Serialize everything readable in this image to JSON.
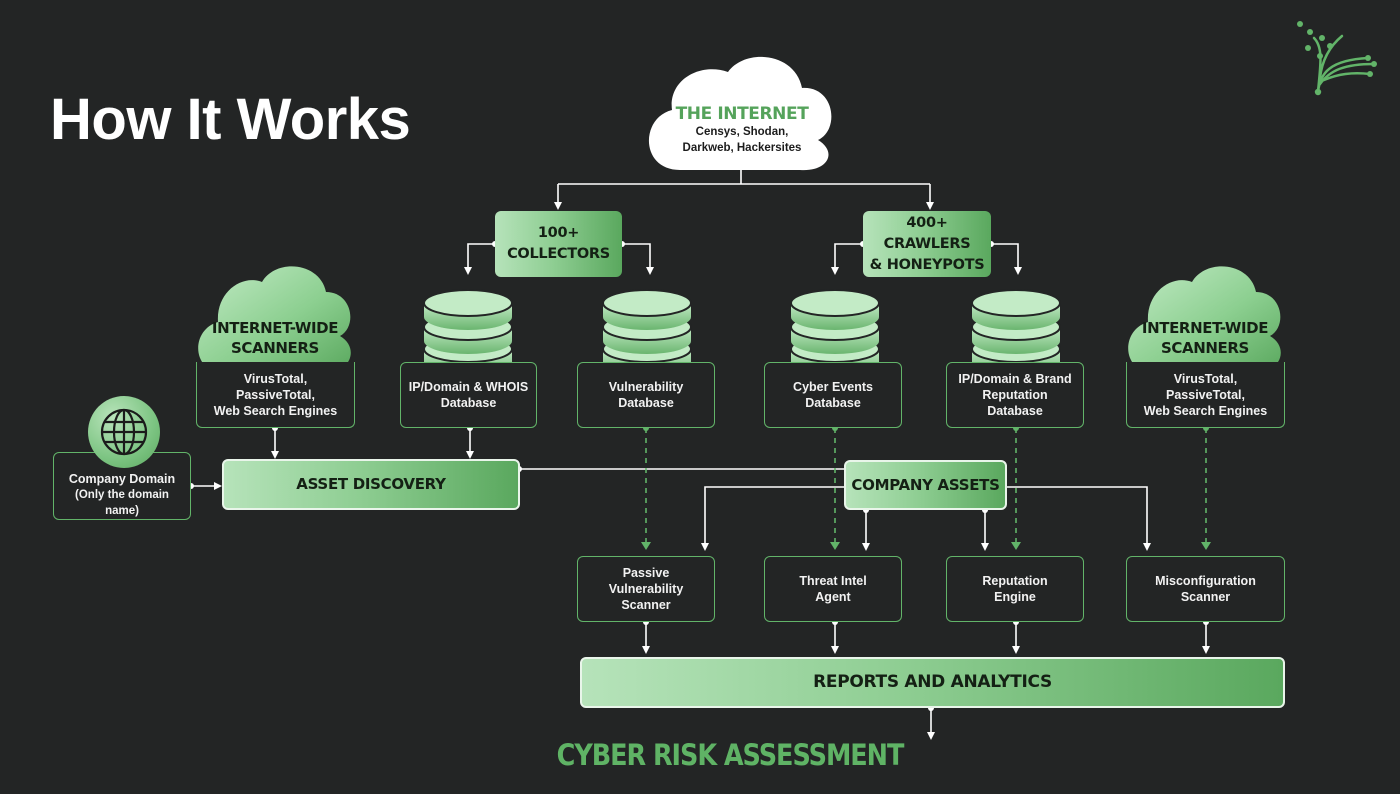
{
  "page": {
    "title": "How It Works"
  },
  "internet": {
    "title": "THE INTERNET",
    "subtitle_1": "Censys, Shodan,",
    "subtitle_2": "Darkweb, Hackersites"
  },
  "collectors": {
    "label_1": "100+",
    "label_2": "COLLECTORS"
  },
  "crawlers": {
    "label_1": "400+ CRAWLERS",
    "label_2": "& HONEYPOTS"
  },
  "scanners_left": {
    "title_1": "INTERNET-WIDE",
    "title_2": "SCANNERS",
    "desc_1": "VirusTotal, PassiveTotal,",
    "desc_2": "Web Search Engines"
  },
  "scanners_right": {
    "title_1": "INTERNET-WIDE",
    "title_2": "SCANNERS",
    "desc_1": "VirusTotal, PassiveTotal,",
    "desc_2": "Web Search Engines"
  },
  "databases": [
    {
      "line_1": "IP/Domain & WHOIS",
      "line_2": "Database"
    },
    {
      "line_1": "Vulnerability",
      "line_2": "Database"
    },
    {
      "line_1": "Cyber Events",
      "line_2": "Database"
    },
    {
      "line_1": "IP/Domain & Brand",
      "line_2": "Reputation Database"
    }
  ],
  "company_domain": {
    "line_1": "Company Domain",
    "line_2": "(Only the domain name)"
  },
  "asset_discovery": {
    "label": "ASSET DISCOVERY"
  },
  "company_assets": {
    "label": "COMPANY ASSETS"
  },
  "engines": [
    {
      "line_1": "Passive",
      "line_2": "Vulnerability",
      "line_3": "Scanner"
    },
    {
      "line_1": "Threat Intel",
      "line_2": "Agent"
    },
    {
      "line_1": "Reputation",
      "line_2": "Engine"
    },
    {
      "line_1": "Misconfiguration",
      "line_2": "Scanner"
    }
  ],
  "reports": {
    "label": "REPORTS AND ANALYTICS"
  },
  "outcome": {
    "label": "CYBER RISK ASSESSMENT"
  },
  "colors": {
    "background": "#232525",
    "accent": "#62b469",
    "light_green": "#b6e3ba",
    "dark_green": "#5aa85e"
  },
  "icons": {
    "globe": "globe-icon",
    "database": "database-icon",
    "cloud": "cloud-icon",
    "logo": "brand-logo-icon"
  }
}
